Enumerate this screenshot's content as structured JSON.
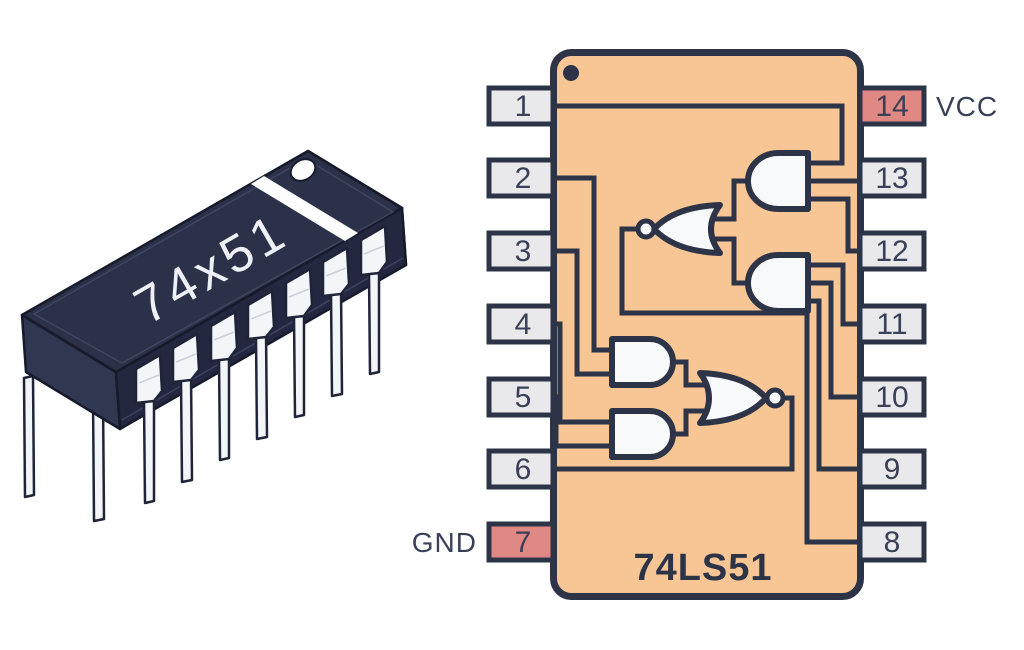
{
  "page": {
    "background": "#ffffff"
  },
  "left_chip": {
    "label": "74x51"
  },
  "pinout": {
    "title": "74LS51",
    "left_pins": [
      {
        "number": "1"
      },
      {
        "number": "2"
      },
      {
        "number": "3"
      },
      {
        "number": "4"
      },
      {
        "number": "5"
      },
      {
        "number": "6"
      },
      {
        "number": "7",
        "label": "GND",
        "power": true
      }
    ],
    "right_pins": [
      {
        "number": "14",
        "label": "VCC",
        "power": true
      },
      {
        "number": "13"
      },
      {
        "number": "12"
      },
      {
        "number": "11"
      },
      {
        "number": "10"
      },
      {
        "number": "9"
      },
      {
        "number": "8"
      }
    ],
    "gates": [
      "and-1a",
      "and-1b",
      "nor-1",
      "and-2a",
      "and-2b",
      "nor-2"
    ],
    "colors": {
      "ic_body": "#F7C694",
      "outline": "#2E3447",
      "pin_fill": "#E9E9EC",
      "power_pin_fill": "#E08984",
      "gate_fill": "#F8F9FB",
      "package_navy": "#2B3148",
      "package_pin": "#F4F5F9"
    }
  }
}
